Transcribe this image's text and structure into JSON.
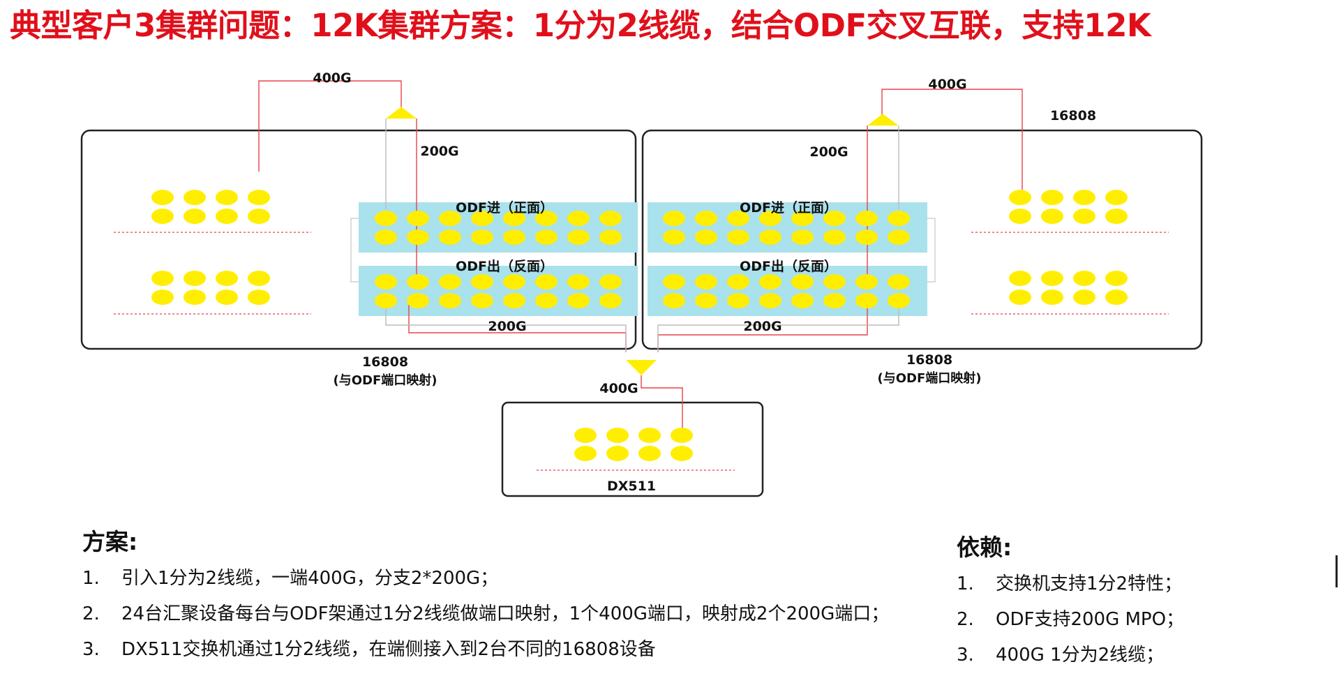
{
  "title": "典型客户3集群问题：12K集群方案：1分为2线缆，结合ODF交叉互联，支持12K",
  "diagram": {
    "left_device": {
      "top_label": "400G",
      "branch_label_top": "200G",
      "branch_label_bottom": "200G",
      "caption_line1": "16808",
      "caption_line2": "(与ODF端口映射)"
    },
    "right_device": {
      "name": "16808",
      "top_label": "400G",
      "branch_label_top": "200G",
      "branch_label_bottom": "200G",
      "caption_line1": "16808",
      "caption_line2": "(与ODF端口映射)"
    },
    "odf_in_label": "ODF进（正面）",
    "odf_out_label": "ODF出（反面）",
    "dx511": {
      "name": "DX511",
      "uplink_label": "400G"
    },
    "colors": {
      "title": "#e0101b",
      "port": "#ffee00",
      "odf_band": "#a9e1ec",
      "cable": "#e8424a",
      "box_border": "#222222"
    }
  },
  "plan": {
    "heading": "方案:",
    "items": [
      {
        "num": "1.",
        "text": "引入1分为2线缆，一端400G，分支2*200G；"
      },
      {
        "num": "2.",
        "text": "24台汇聚设备每台与ODF架通过1分2线缆做端口映射，1个400G端口，映射成2个200G端口；"
      },
      {
        "num": "3.",
        "text": "DX511交换机通过1分2线缆，在端侧接入到2台不同的16808设备"
      }
    ]
  },
  "dependencies": {
    "heading": "依赖:",
    "items": [
      {
        "num": "1.",
        "text": "交换机支持1分2特性；"
      },
      {
        "num": "2.",
        "text": "ODF支持200G MPO；"
      },
      {
        "num": "3.",
        "text": "400G 1分为2线缆；"
      }
    ]
  }
}
